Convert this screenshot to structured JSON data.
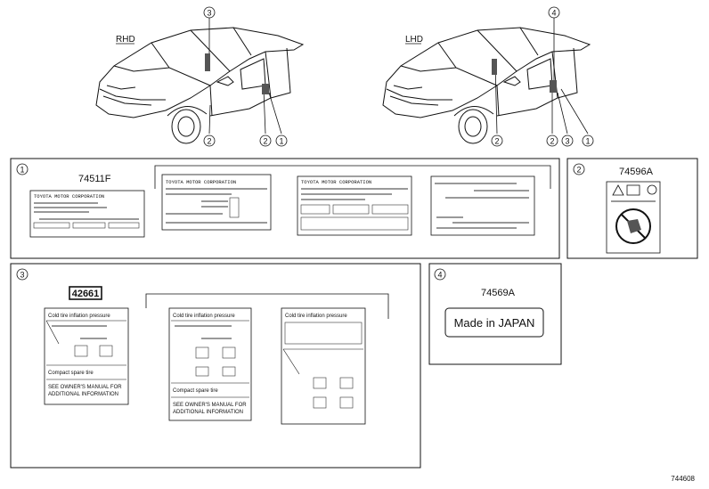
{
  "cars": {
    "rhd_label": "RHD",
    "lhd_label": "LHD",
    "rhd_callouts": [
      "3",
      "2",
      "2",
      "1"
    ],
    "lhd_callouts": [
      "4",
      "2",
      "2",
      "3",
      "1"
    ]
  },
  "panel1": {
    "marker": "1",
    "part_number": "74511F",
    "label_a": "TOYOTA MOTOR CORPORATION",
    "label_b": "TOYOTA MOTOR CORPORATION",
    "label_c": "TOYOTA MOTOR CORPORATION"
  },
  "panel2": {
    "marker": "2",
    "part_number": "74596A"
  },
  "panel3": {
    "marker": "3",
    "part_number": "42661",
    "heading": "Cold tire inflation pressure",
    "compact_spare": "Compact spare tire",
    "manual_note_1": "SEE OWNER'S MANUAL FOR",
    "manual_note_2": "ADDITIONAL INFORMATION"
  },
  "panel4": {
    "marker": "4",
    "part_number": "74569A",
    "plate_text": "Made in JAPAN"
  },
  "figure_id": "744608"
}
